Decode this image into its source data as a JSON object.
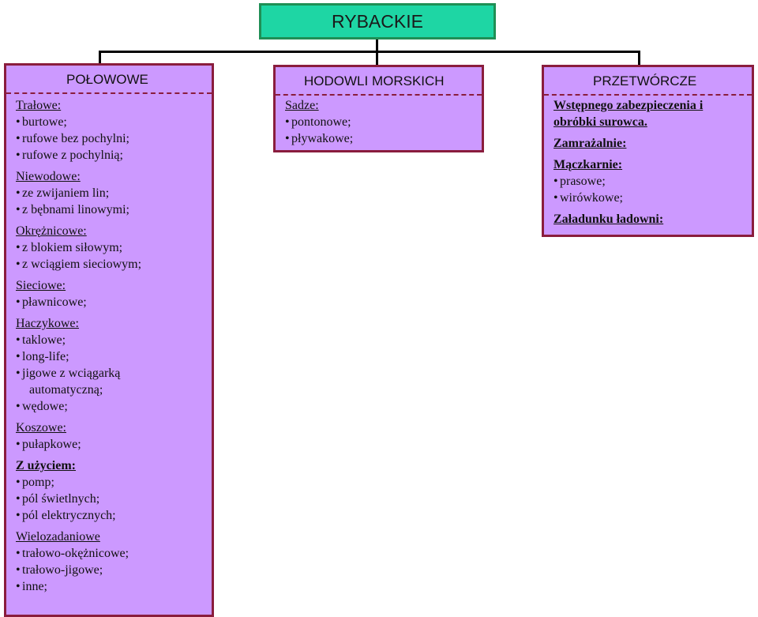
{
  "root": {
    "title": "RYBACKIE"
  },
  "columns": [
    {
      "heading": "POŁOWOWE",
      "groups": [
        {
          "title": "Trałowe:",
          "bold": false,
          "items": [
            "burtowe;",
            "rufowe bez pochylni;",
            "rufowe z pochylnią;"
          ]
        },
        {
          "title": "Niewodowe:",
          "bold": false,
          "items": [
            "ze zwijaniem lin;",
            "z bębnami linowymi;"
          ]
        },
        {
          "title": "Okrężnicowe:",
          "bold": false,
          "items": [
            "z blokiem siłowym;",
            "z wciągiem sieciowym;"
          ]
        },
        {
          "title": "Sieciowe:",
          "bold": false,
          "items": [
            "pławnicowe;"
          ]
        },
        {
          "title": "Haczykowe:",
          "bold": false,
          "items": [
            "taklowe;",
            "long-life;",
            "jigowe z wciągarką",
            "automatyczną;",
            "wędowe;"
          ]
        },
        {
          "title": "Koszowe:",
          "bold": false,
          "items": [
            "pułapkowe;"
          ]
        },
        {
          "title": "Z użyciem:",
          "bold": true,
          "items": [
            "pomp;",
            "pól świetlnych;",
            "pól elektrycznych;"
          ]
        },
        {
          "title": "Wielozadaniowe",
          "bold": false,
          "items": [
            "trałowo-okężnicowe;",
            "trałowo-jigowe;",
            "inne;"
          ]
        }
      ]
    },
    {
      "heading": "HODOWLI MORSKICH",
      "groups": [
        {
          "title": "Sadze:",
          "bold": false,
          "items": [
            "pontonowe;",
            "pływakowe;"
          ]
        }
      ]
    },
    {
      "heading": "PRZETWÓRCZE",
      "groups": [
        {
          "title": "Wstępnego zabezpieczenia i",
          "title2": "obróbki surowca.",
          "bold": true,
          "items": []
        },
        {
          "title": "Zamrażalnie:",
          "bold": true,
          "items": []
        },
        {
          "title": "Mączkarnie:",
          "bold": true,
          "items": [
            "prasowe;",
            "wirówkowe;"
          ]
        },
        {
          "title": "Załadunku ładowni:",
          "bold": true,
          "items": []
        }
      ]
    }
  ]
}
